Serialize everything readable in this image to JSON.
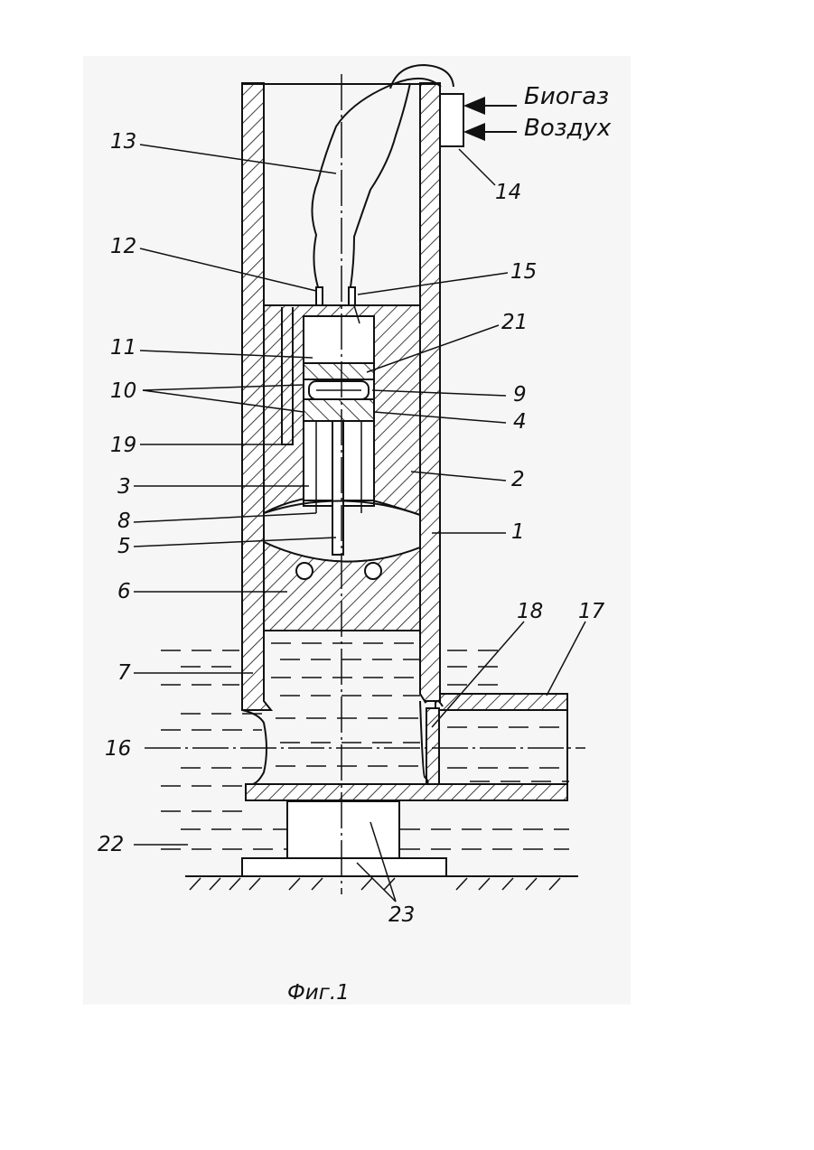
{
  "inlet_labels": [
    "Биогаз",
    "Воздух"
  ],
  "part_labels": [
    "13",
    "14",
    "12",
    "15",
    "11",
    "21",
    "10",
    "9",
    "4",
    "19",
    "2",
    "3",
    "8",
    "1",
    "5",
    "6",
    "18",
    "17",
    "7",
    "16",
    "22",
    "23"
  ],
  "caption": "Фиг.1"
}
